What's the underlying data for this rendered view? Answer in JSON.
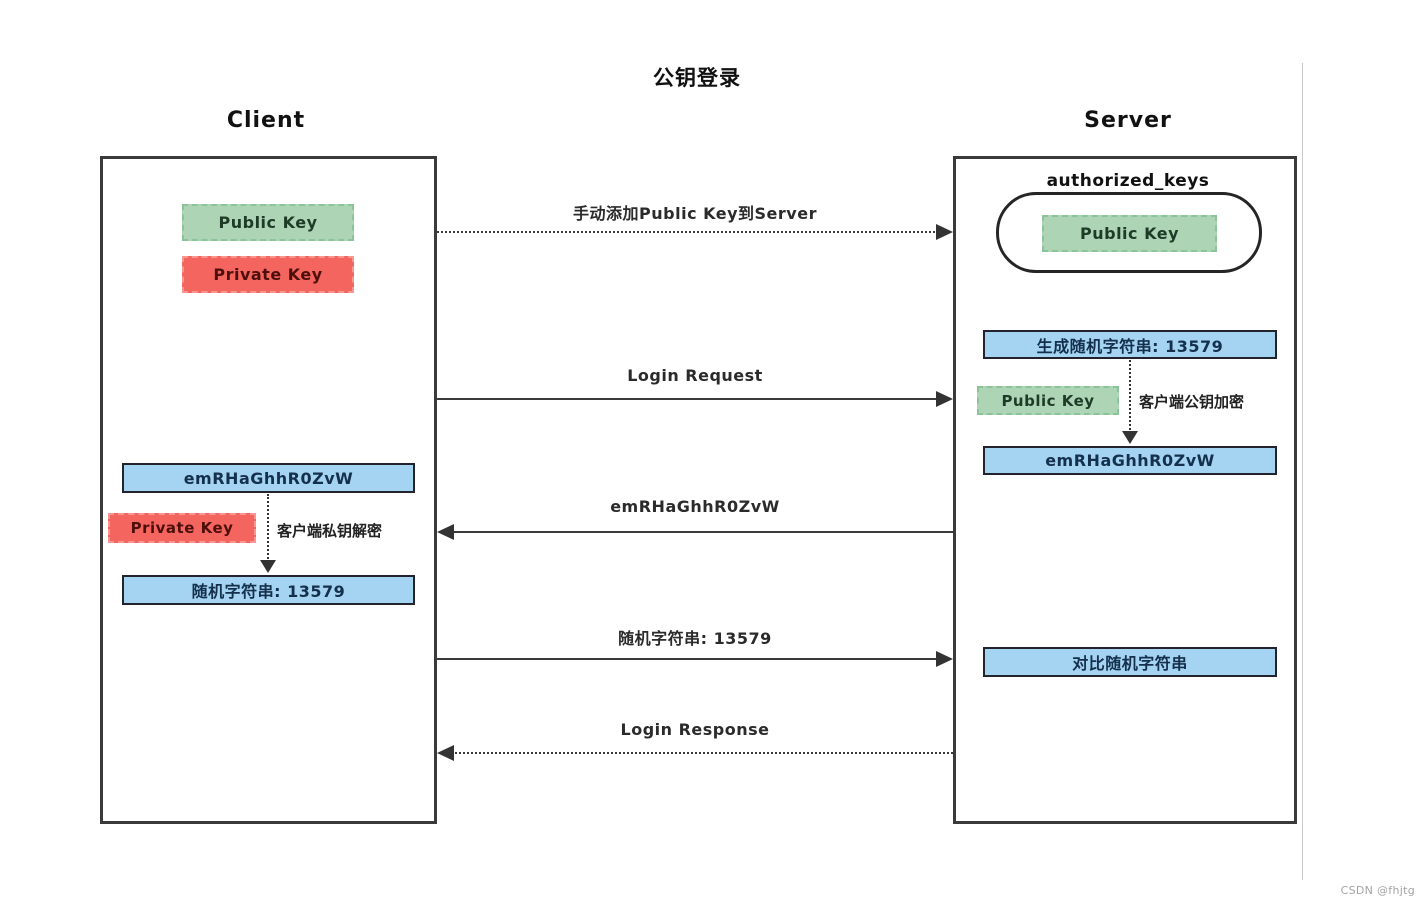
{
  "title": "公钥登录",
  "client": {
    "label": "Client",
    "public_key": "Public Key",
    "private_key": "Private Key",
    "encrypted_string": "emRHaGhhR0ZvW",
    "decrypt_key": "Private Key",
    "decrypt_note": "客户端私钥解密",
    "random_string": "随机字符串: 13579"
  },
  "server": {
    "label": "Server",
    "authorized_keys_label": "authorized_keys",
    "stored_public_key": "Public Key",
    "generate_random": "生成随机字符串: 13579",
    "encrypt_key": "Public Key",
    "encrypt_note": "客户端公钥加密",
    "encrypted_string": "emRHaGhhR0ZvW",
    "compare_random": "对比随机字符串"
  },
  "messages": [
    {
      "label": "手动添加Public Key到Server",
      "direction": "right",
      "style": "dotted"
    },
    {
      "label": "Login Request",
      "direction": "right",
      "style": "solid"
    },
    {
      "label": "emRHaGhhR0ZvW",
      "direction": "left",
      "style": "solid"
    },
    {
      "label": "随机字符串: 13579",
      "direction": "right",
      "style": "solid"
    },
    {
      "label": "Login Response",
      "direction": "left",
      "style": "dotted"
    }
  ],
  "watermark": "CSDN @fhjtg",
  "colors": {
    "public_key_bg": "#aed4b6",
    "private_key_bg": "#f4655f",
    "data_box_bg": "#a5d3f2",
    "arrow_color": "#3a3a3a"
  }
}
